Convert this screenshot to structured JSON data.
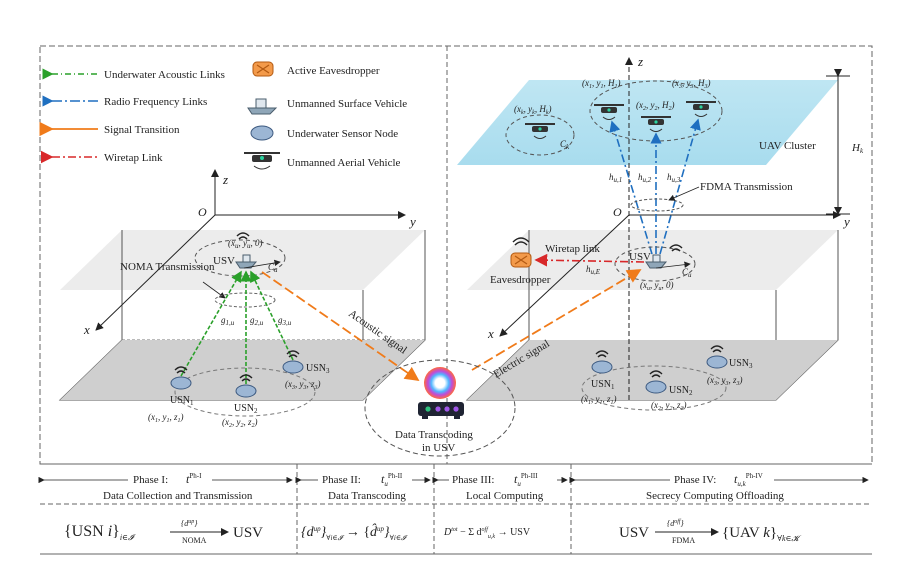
{
  "legend": {
    "items": [
      {
        "label": "Underwater Acoustic Links",
        "color": "#2aa02a"
      },
      {
        "label": "Radio Frequency Links",
        "color": "#1f6fc0"
      },
      {
        "label": "Signal Transition",
        "color": "#f07b1a"
      },
      {
        "label": "Wiretap Link",
        "color": "#d8282a"
      }
    ],
    "nodes": [
      {
        "label": "Active Eavesdropper",
        "icon": "eavesdropper-icon"
      },
      {
        "label": "Unmanned Surface Vehicle",
        "icon": "usv-icon"
      },
      {
        "label": "Underwater Sensor Node",
        "icon": "sensor-node-icon"
      },
      {
        "label": "Unmanned Aerial Vehicle",
        "icon": "uav-icon"
      }
    ]
  },
  "left_panel": {
    "axis_z": "z",
    "axis_y": "y",
    "axis_x": "x",
    "origin": "O",
    "usv_coord": "(x",
    "usv_coord_rest": "u, yu, 0)",
    "usv_label": "USV",
    "coverage": "C",
    "noma": "NOMA Transmission",
    "gains": [
      "g1,u",
      "g2,u",
      "g3,u"
    ],
    "nodes": [
      {
        "name": "USN1",
        "coord": "(x1, y1, z1)"
      },
      {
        "name": "USN2",
        "coord": "(x2, y2, z2)"
      },
      {
        "name": "USN3",
        "coord": "(x3, y3, z3)"
      }
    ]
  },
  "right_panel": {
    "axis_z": "z",
    "axis_y": "y",
    "axis_x": "x",
    "origin": "O",
    "uav_cluster": "UAV Cluster",
    "fdma": "FDMA Transmission",
    "height": "H",
    "uav_coords": [
      "(x1, y1, H1)",
      "(x3, y3, H3)",
      "(x2, y2, H2)",
      "(xk, yk, Hk)"
    ],
    "cluster_cov": "C",
    "channels": [
      "hu,1",
      "hu,2",
      "hu,3"
    ],
    "wiretap": "Wiretap link",
    "eavesdropper": "Eavesdropper",
    "eve_channel": "hu,E",
    "usv_label": "USV",
    "usv_cov": "C",
    "usv_coord": "(xu, yu, 0)",
    "nodes": [
      {
        "name": "USN1",
        "coord": "(x1, y1, z1)"
      },
      {
        "name": "USN2",
        "coord": "(x2, y2, z2)"
      },
      {
        "name": "USN3",
        "coord": "(x3, y3, z3)"
      }
    ]
  },
  "center": {
    "acoustic": "Acoustic signal",
    "electric": "Electric signal",
    "transcoding_1": "Data Transcoding",
    "transcoding_2": "in USV"
  },
  "phases": [
    {
      "title": "Phase I:",
      "sub": "Data Collection and Transmission",
      "formula_left": "{USN i}",
      "formula_arrow": "NOMA",
      "formula_right": "USV"
    },
    {
      "title": "Phase II:",
      "sub": "Data Transcoding",
      "formula_left": "{d",
      "formula_arrow": "",
      "formula_right": "}"
    },
    {
      "title": "Phase III:",
      "sub": "Local Computing",
      "formula_left": "D",
      "formula_arrow": "",
      "formula_right": "USV"
    },
    {
      "title": "Phase IV:",
      "sub": "Secrecy Computing Offloading",
      "formula_left": "USV",
      "formula_arrow": "FDMA",
      "formula_right": "{UAV k}"
    }
  ]
}
